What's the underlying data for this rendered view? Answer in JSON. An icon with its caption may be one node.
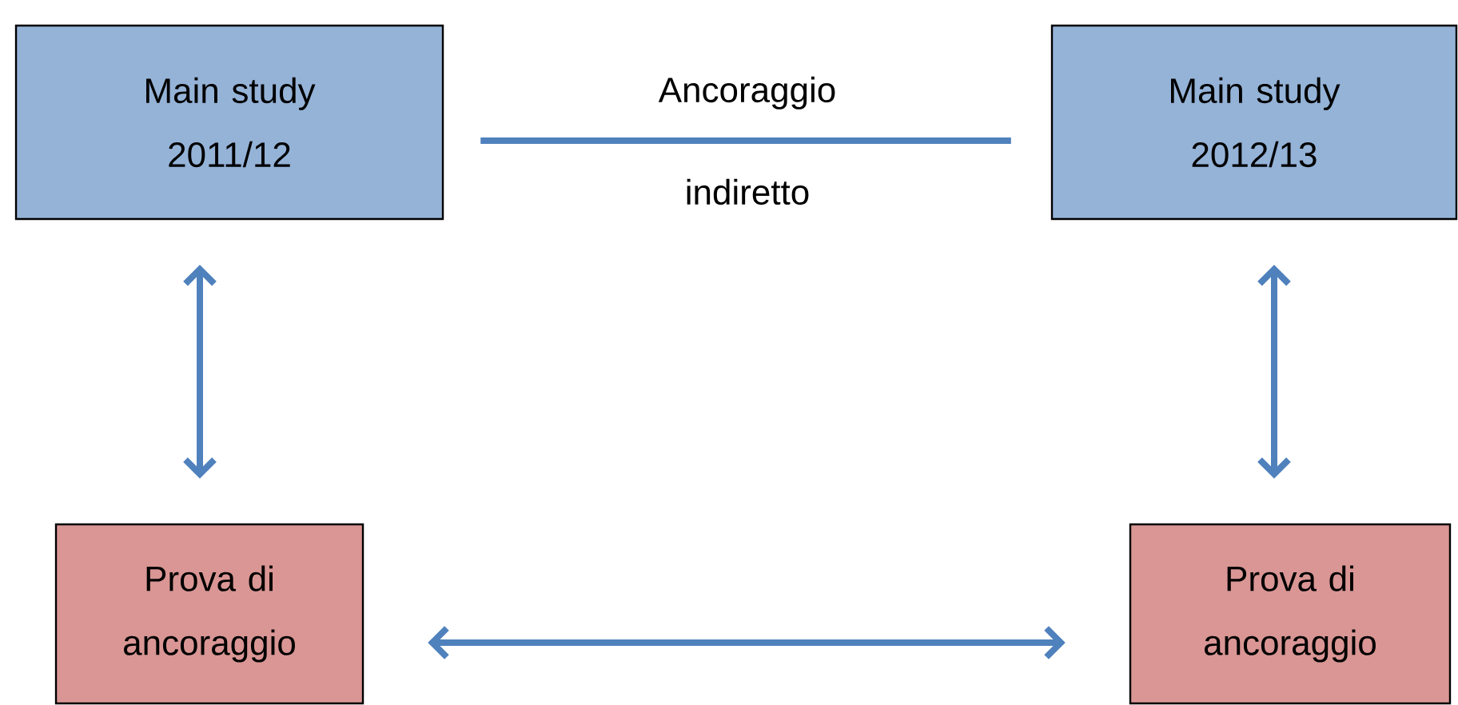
{
  "diagram": {
    "nodes": [
      {
        "text": [
          "Main study 2011/12"
        ]
      },
      {
        "text": [
          "Main study 2012/13"
        ]
      },
      {
        "text": [
          "Prova di ancoraggio"
        ]
      },
      {
        "text": [
          "Prova di ancoraggio"
        ]
      }
    ],
    "edges": [
      {
        "from": 0,
        "to": 1,
        "arrow": "none",
        "label": "Ancoraggio indiretto"
      },
      {
        "from": 0,
        "to": 2,
        "arrow": "both"
      },
      {
        "from": 1,
        "to": 3,
        "arrow": "both"
      },
      {
        "from": 2,
        "to": 3,
        "arrow": "both"
      }
    ]
  }
}
